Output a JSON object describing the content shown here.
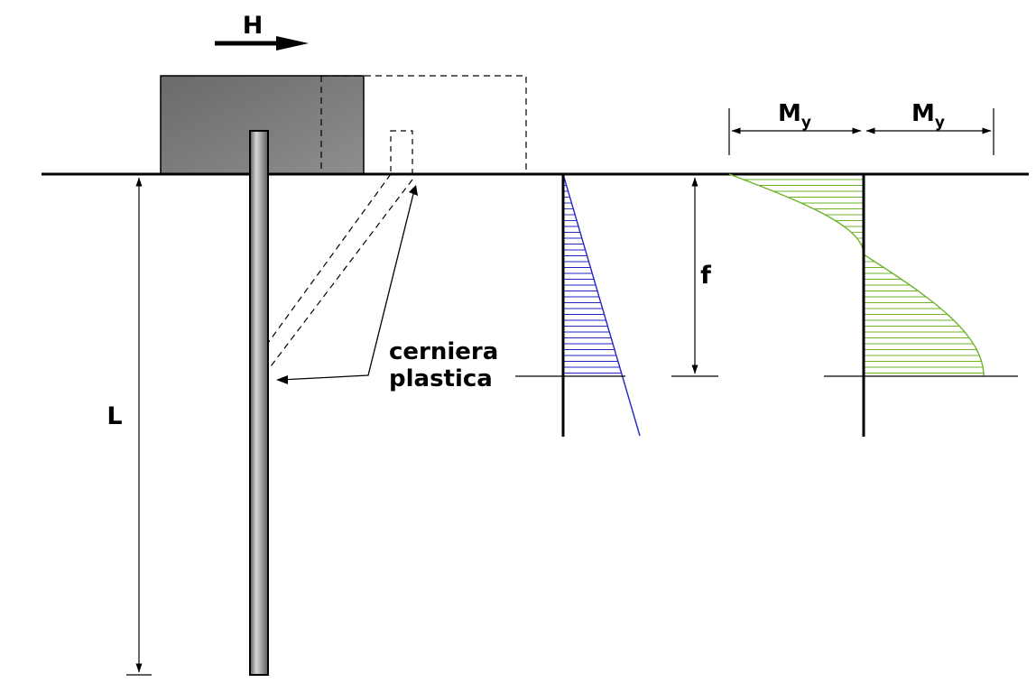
{
  "labels": {
    "force": "H",
    "length": "L",
    "depth": "f",
    "hinge_line1": "cerniera",
    "hinge_line2": "plastica",
    "moment_main": "M",
    "moment_sub": "y"
  },
  "colors": {
    "ink": "#000000",
    "cap_fill": "#7a7a7a",
    "shear_diagram": "#2323c8",
    "moment_diagram": "#6cb52a"
  }
}
